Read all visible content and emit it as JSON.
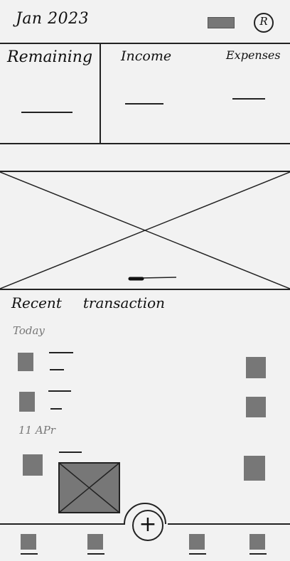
{
  "header": {
    "month": "Jan  2023",
    "menu_label": "",
    "avatar_letter": "R",
    "avatar_icon": "user-avatar-icon",
    "menu_icon": "menu-button-icon"
  },
  "summary": {
    "remaining_label": "Remaining",
    "income_label": "Income",
    "expenses_label": "Expenses"
  },
  "chart": {
    "placeholder_icon": "image-placeholder-icon"
  },
  "recent": {
    "title_a": "Recent",
    "title_b": "transaction",
    "groups": [
      {
        "label": "Today"
      },
      {
        "label": "11 APr"
      }
    ]
  },
  "fab": {
    "symbol": "+",
    "icon": "plus-icon"
  },
  "colors": {
    "background": "#f2f2f2",
    "line": "#222222",
    "placeholder": "#777777"
  }
}
